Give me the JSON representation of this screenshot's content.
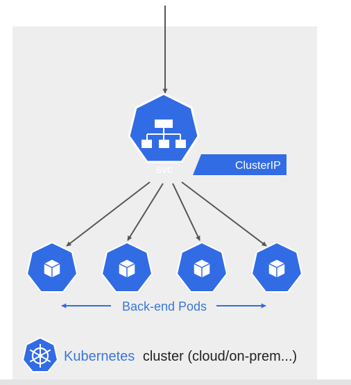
{
  "service": {
    "label": "svc",
    "type_label": "ClusterIP"
  },
  "pods": {
    "label": "Back-end Pods",
    "count": 4
  },
  "cluster": {
    "brand": "Kubernetes",
    "label": "cluster (cloud/on-prem...)"
  },
  "colors": {
    "accent": "#326ce5",
    "arrow": "#555555",
    "panel": "#eeeeee",
    "label_blue": "#3a77d8"
  },
  "icons": {
    "service": "network-hierarchy-icon",
    "pod": "cube-icon",
    "cluster": "helm-wheel-icon"
  }
}
